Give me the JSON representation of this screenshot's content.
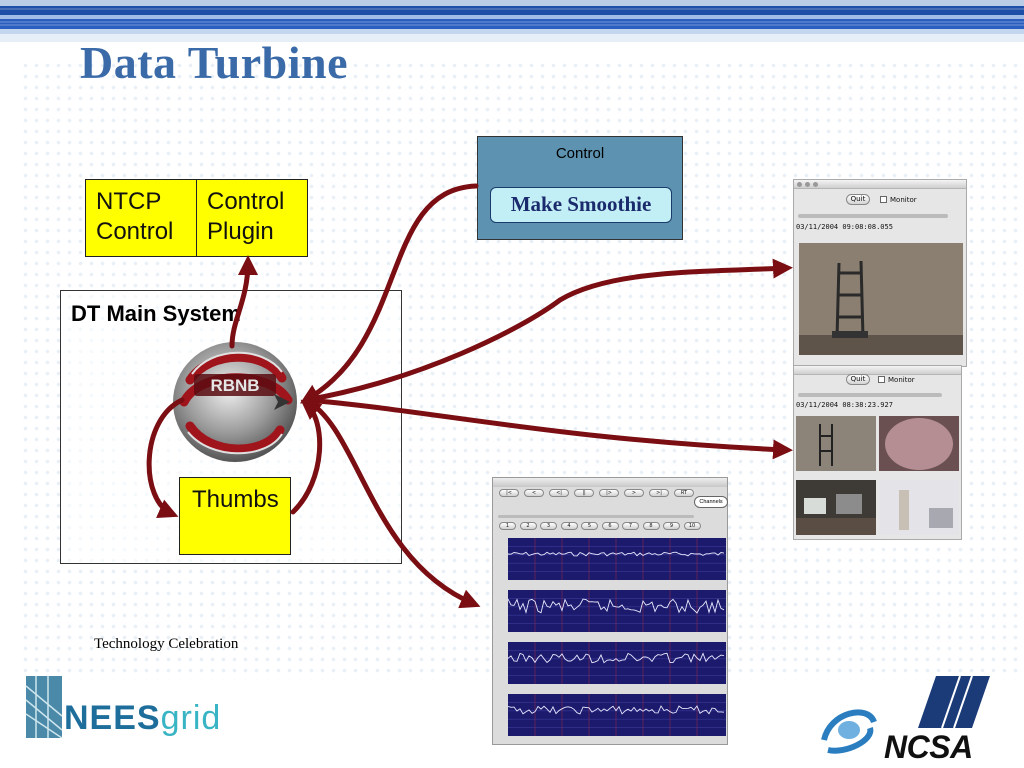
{
  "slide": {
    "title": "Data Turbine",
    "footer": "Technology Celebration"
  },
  "colors": {
    "title": "#3a6aa8",
    "arrow": "#7a0e12",
    "box_fill": "#ffff00",
    "control_panel": "#5d93b0",
    "plot_bg": "#1c1a6c"
  },
  "diagram": {
    "ntcp_box": [
      "NTCP",
      "Control"
    ],
    "plugin_box": [
      "Control",
      "Plugin"
    ],
    "main_system": "DT Main System",
    "rbnb_logo_text": "RBNB",
    "thumbs": "Thumbs",
    "control_panel": {
      "label": "Control",
      "button": "Make Smoothie"
    }
  },
  "viewer_top": {
    "quit": "Quit",
    "monitor": "Monitor",
    "timestamp": "03/11/2004 09:08:08.055"
  },
  "viewer_bottom": {
    "quit": "Quit",
    "monitor": "Monitor",
    "timestamp": "03/11/2004 08:38:23.927"
  },
  "dataplot": {
    "buttons": [
      "|<",
      "<",
      "<|",
      "||",
      "|>",
      ">",
      ">|",
      "RT"
    ],
    "channel_buttons": [
      "1",
      "2",
      "3",
      "4",
      "5",
      "6",
      "7",
      "8",
      "9",
      "10"
    ],
    "channels_label": "Channels"
  },
  "logos": {
    "neesgrid_nees": "NEES",
    "neesgrid_grid": "grid",
    "ncsa": "NCSA"
  }
}
